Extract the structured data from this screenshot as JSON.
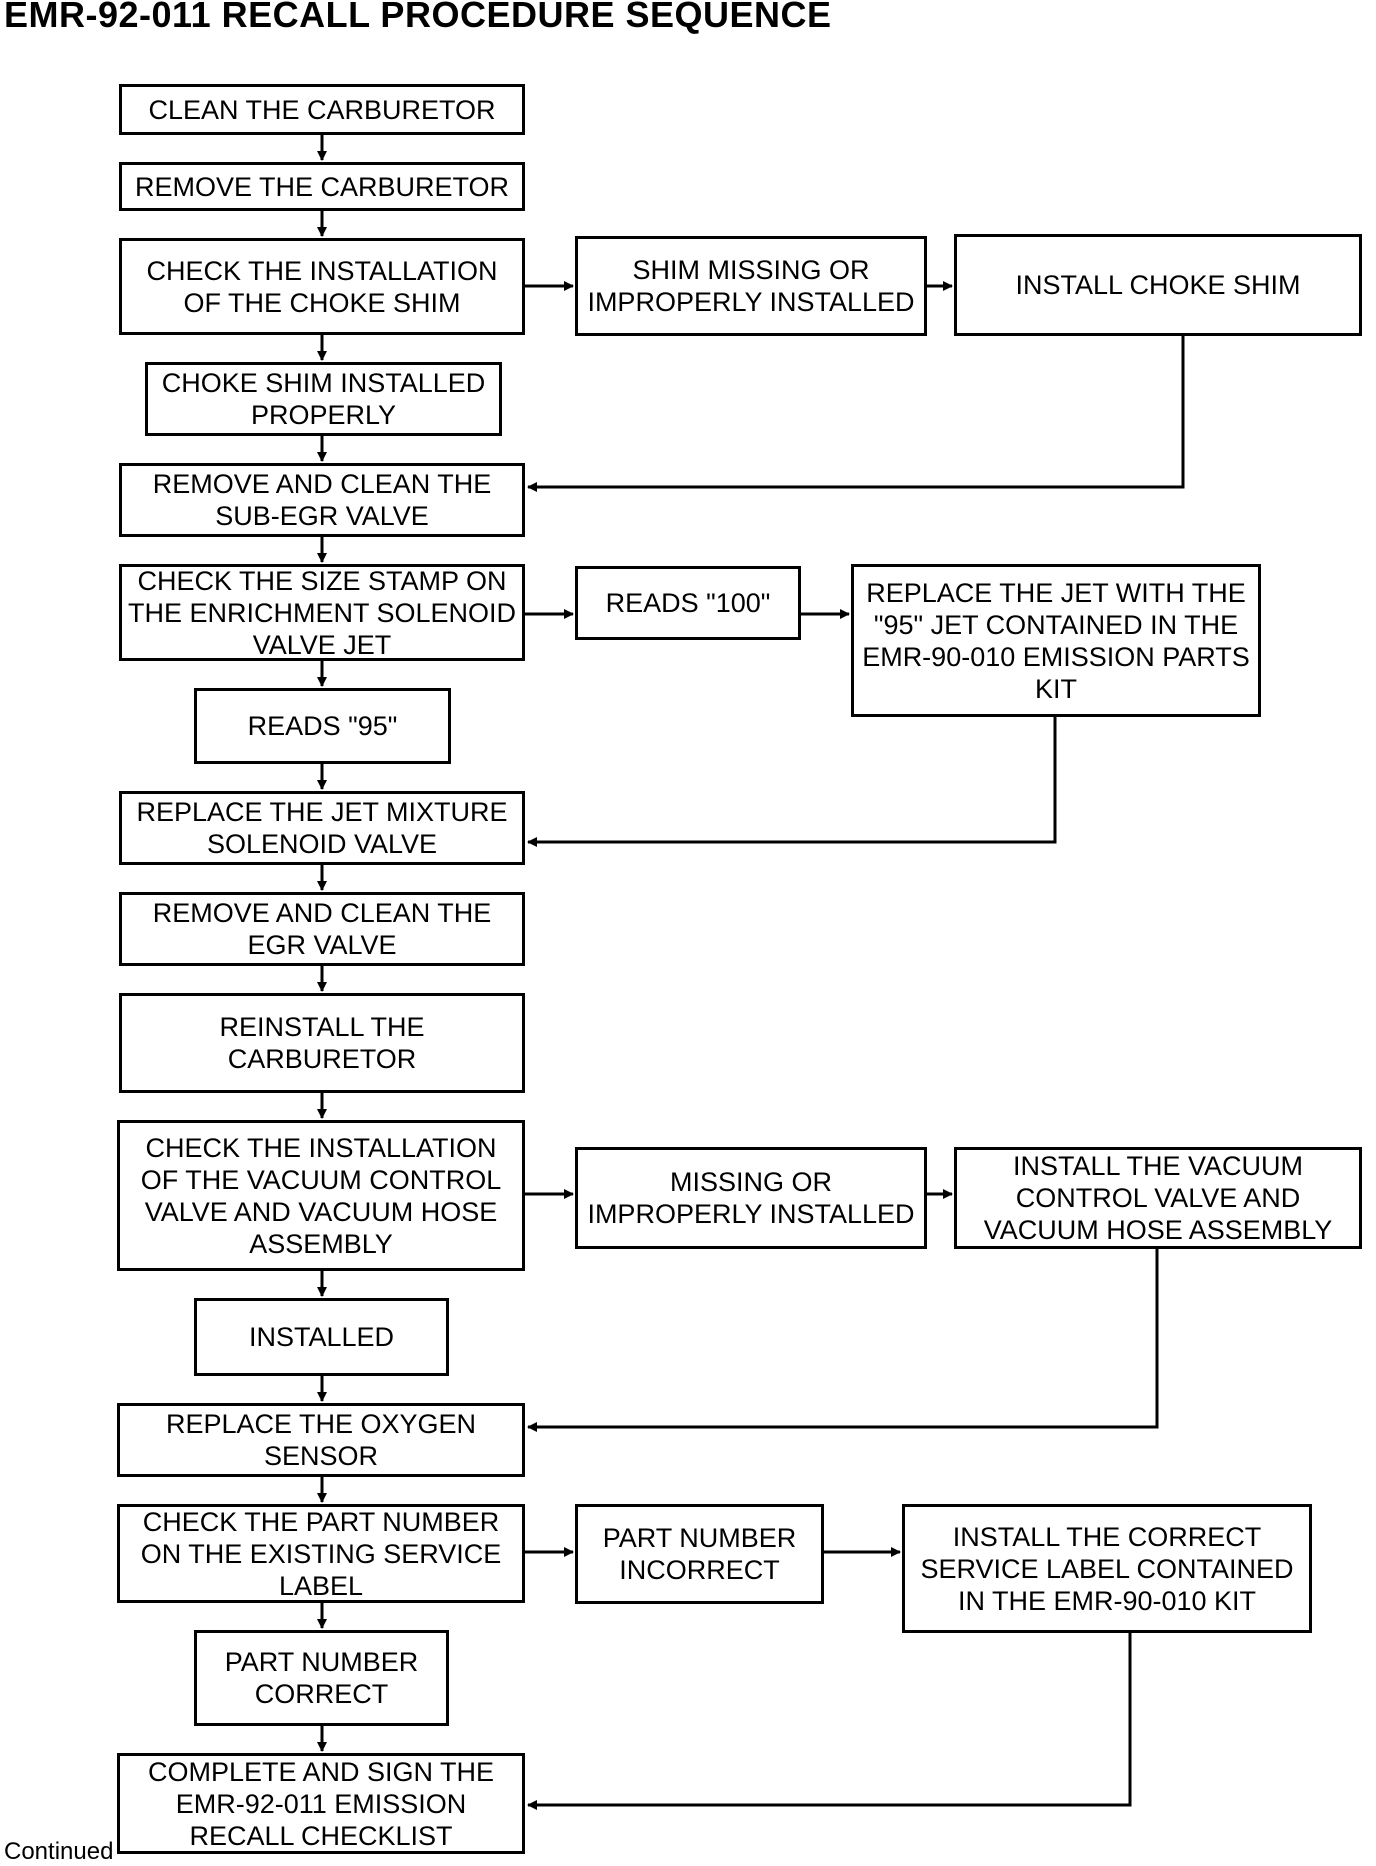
{
  "title": "EMR-92-011 RECALL PROCEDURE SEQUENCE",
  "footer": "Continued",
  "steps": {
    "clean_carb": "CLEAN THE CARBURETOR",
    "remove_carb": "REMOVE THE CARBURETOR",
    "check_choke": "CHECK THE INSTALLATION OF THE CHOKE SHIM",
    "shim_missing": "SHIM MISSING OR IMPROPERLY INSTALLED",
    "install_choke": "INSTALL CHOKE SHIM",
    "choke_ok": "CHOKE SHIM INSTALLED PROPERLY",
    "clean_subegr": "REMOVE AND CLEAN THE SUB-EGR VALVE",
    "check_stamp": "CHECK THE SIZE STAMP ON THE ENRICHMENT SOLENOID VALVE JET",
    "reads_100": "READS \"100\"",
    "replace_jet": "REPLACE THE JET WITH THE \"95\" JET CONTAINED IN THE EMR-90-010 EMISSION PARTS KIT",
    "reads_95": "READS \"95\"",
    "replace_solenoid": "REPLACE THE JET MIXTURE SOLENOID VALVE",
    "clean_egr": "REMOVE AND CLEAN THE EGR VALVE",
    "reinstall_carb": "REINSTALL THE CARBURETOR",
    "check_vacuum": "CHECK THE INSTALLATION OF THE VACUUM CONTROL VALVE AND VACUUM HOSE ASSEMBLY",
    "vacuum_missing": "MISSING OR IMPROPERLY INSTALLED",
    "install_vacuum": "INSTALL THE VACUUM CONTROL VALVE AND VACUUM HOSE ASSEMBLY",
    "installed": "INSTALLED",
    "replace_o2": "REPLACE THE OXYGEN SENSOR",
    "check_label": "CHECK THE PART NUMBER ON THE EXISTING SERVICE LABEL",
    "part_incorrect": "PART NUMBER INCORRECT",
    "install_label": "INSTALL THE CORRECT SERVICE LABEL CONTAINED IN THE EMR-90-010 KIT",
    "part_correct": "PART NUMBER CORRECT",
    "complete_sign": "COMPLETE AND SIGN THE EMR-92-011 EMISSION RECALL CHECKLIST"
  }
}
